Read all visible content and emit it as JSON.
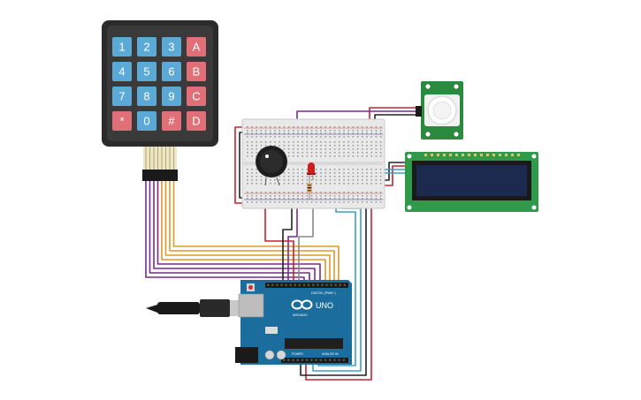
{
  "keypad": {
    "rows": [
      [
        "1",
        "2",
        "3",
        "A"
      ],
      [
        "4",
        "5",
        "6",
        "B"
      ],
      [
        "7",
        "8",
        "9",
        "C"
      ],
      [
        "*",
        "0",
        "#",
        "D"
      ]
    ],
    "num_key_color": "#5ba9d6",
    "letter_key_color": "#e06f78"
  },
  "arduino": {
    "model_label": "UNO",
    "brand_label": "ARDUINO",
    "digital_label": "DIGITAL (PWM~)",
    "power_label": "POWER",
    "analog_label": "ANALOG IN",
    "board_color": "#1b6d9e"
  },
  "pir": {
    "board_color": "#2a8a3e"
  },
  "lcd": {
    "board_color": "#2e9a4a",
    "screen_color": "#1c2a4f"
  },
  "wire_colors": {
    "red": "#c8202d",
    "black": "#222222",
    "purple": "#7a2a8e",
    "orange": "#e0962a",
    "teal": "#3ea0c0",
    "gray": "#8a8a8a"
  }
}
